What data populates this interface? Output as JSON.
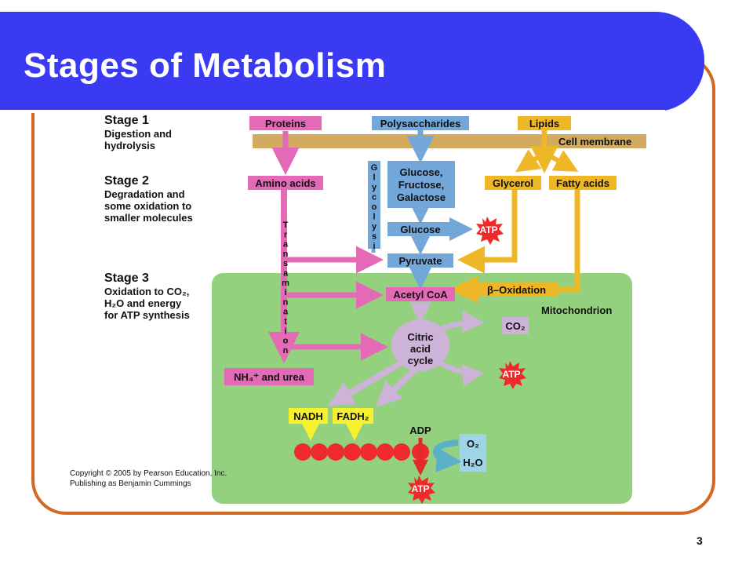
{
  "slide": {
    "title": "Stages of Metabolism",
    "page_number": "3",
    "copyright_line1": "Copyright © 2005 by Pearson Education, Inc.",
    "copyright_line2": "Publishing as Benjamin Cummings"
  },
  "stages": [
    {
      "heading": "Stage 1",
      "desc": [
        "Digestion and",
        "hydrolysis"
      ]
    },
    {
      "heading": "Stage 2",
      "desc": [
        "Degradation and",
        "some oxidation to",
        "smaller molecules"
      ]
    },
    {
      "heading": "Stage 3",
      "desc": [
        "Oxidation to CO₂,",
        "H₂O and energy",
        "for ATP synthesis"
      ]
    }
  ],
  "diagram": {
    "proteins": "Proteins",
    "polysaccharides": "Polysaccharides",
    "lipids": "Lipids",
    "cell_membrane": "Cell membrane",
    "amino_acids": "Amino acids",
    "glucose_fructose_galactose": [
      "Glucose,",
      "Fructose,",
      "Galactose"
    ],
    "glycerol": "Glycerol",
    "fatty_acids": "Fatty acids",
    "glycolysis": "Glycolysis",
    "transamination": "Transamination",
    "glucose": "Glucose",
    "pyruvate": "Pyruvate",
    "beta_oxidation": "β–Oxidation",
    "acetyl_coa": "Acetyl CoA",
    "mitochondrion": "Mitochondrion",
    "co2": "CO₂",
    "citric_acid_cycle": [
      "Citric",
      "acid",
      "cycle"
    ],
    "nh4_urea": "NH₄⁺ and urea",
    "atp": "ATP",
    "nadh": "NADH",
    "fadh2": "FADH₂",
    "adp": "ADP",
    "o2": "O₂",
    "h2o": "H₂O"
  },
  "colors": {
    "title_blue": "#3a3af2",
    "frame_orange": "#d2691e",
    "protein_pink": "#e46ab7",
    "carb_blue": "#74a7d9",
    "lipid_yellow": "#eeb727",
    "membrane_tan": "#d2aa60",
    "mito_green": "#93d17e",
    "cycle_lavender": "#ccb3d7",
    "atp_red": "#f02a2a",
    "nadh_yellow": "#f6f12d"
  }
}
